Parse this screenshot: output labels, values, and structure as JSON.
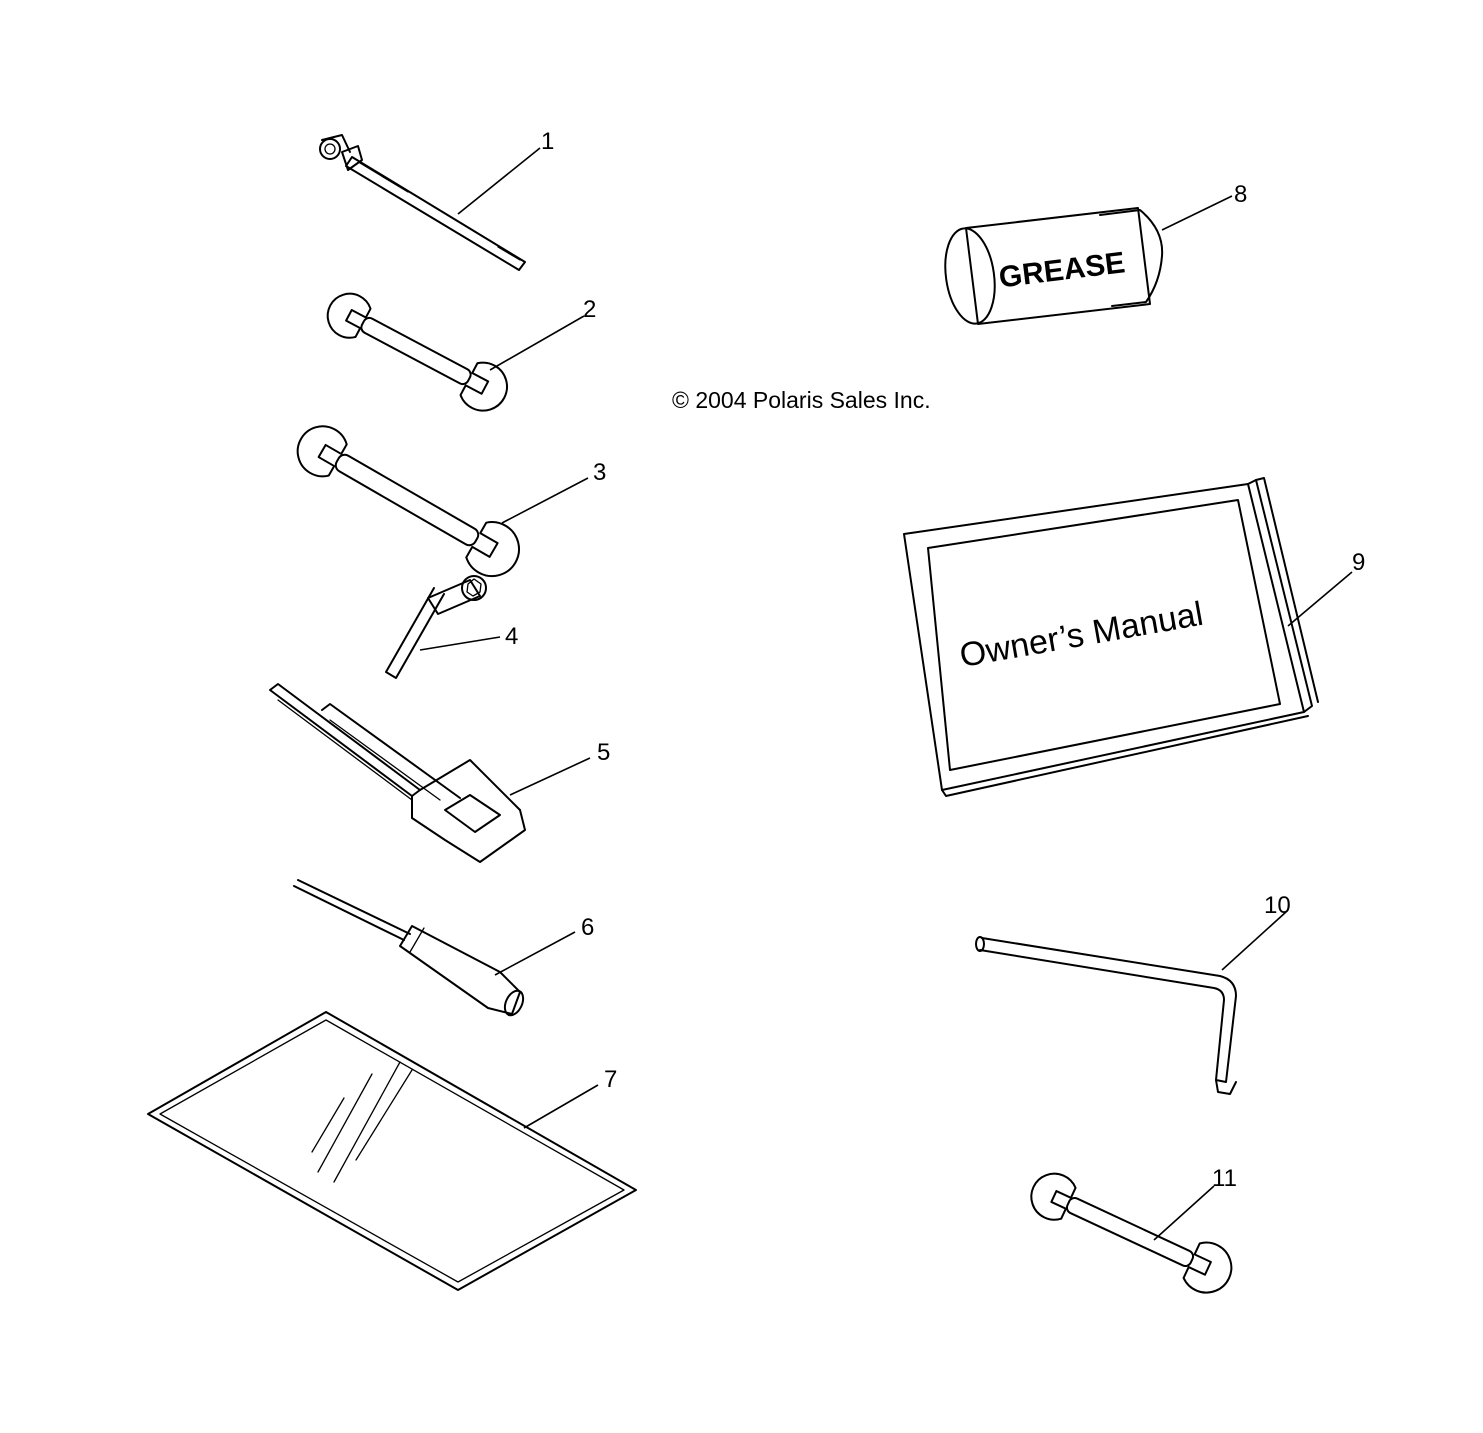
{
  "copyright": "© 2004 Polaris Sales Inc.",
  "grease_label": "GREASE",
  "manual_title": "Owner’s Manual",
  "callouts": [
    "1",
    "2",
    "3",
    "4",
    "5",
    "6",
    "7",
    "8",
    "9",
    "10",
    "11"
  ],
  "parts": [
    {
      "callout": "1",
      "icon": "tire-pressure-gauge-icon"
    },
    {
      "callout": "2",
      "icon": "open-end-wrench-icon"
    },
    {
      "callout": "3",
      "icon": "open-end-wrench-icon"
    },
    {
      "callout": "4",
      "icon": "socket-t-wrench-icon"
    },
    {
      "callout": "5",
      "icon": "spark-plug-wrench-icon"
    },
    {
      "callout": "6",
      "icon": "screwdriver-icon"
    },
    {
      "callout": "7",
      "icon": "tool-bag-icon"
    },
    {
      "callout": "8",
      "icon": "grease-tube-icon"
    },
    {
      "callout": "9",
      "icon": "owners-manual-icon"
    },
    {
      "callout": "10",
      "icon": "hex-key-icon"
    },
    {
      "callout": "11",
      "icon": "open-end-wrench-icon"
    }
  ]
}
